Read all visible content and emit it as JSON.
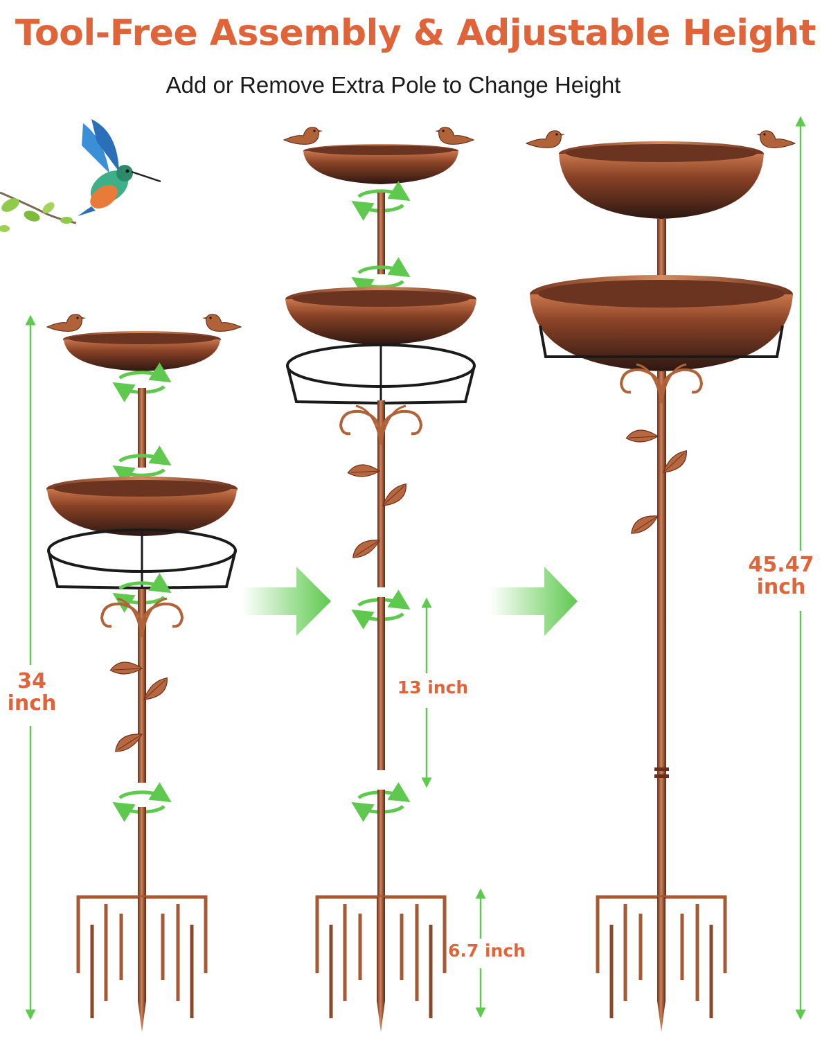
{
  "header": {
    "title": "Tool-Free Assembly & Adjustable Height",
    "subtitle": "Add or Remove Extra Pole to Change Height"
  },
  "measurements": {
    "height_34": {
      "value": "34",
      "unit": "inch"
    },
    "height_45": {
      "value": "45.47",
      "unit": "inch"
    },
    "extension_pole": "13 inch",
    "stake": "6.7 inch"
  },
  "colors": {
    "accent": "#e0643a",
    "arrow_green": "#5ec94e",
    "copper_light": "#c8734a",
    "copper_dark": "#4a2418",
    "iron": "#222222"
  },
  "icons": [
    "hummingbird-icon",
    "twig-icon",
    "rotate-arrows-icon",
    "flow-arrow-icon"
  ]
}
